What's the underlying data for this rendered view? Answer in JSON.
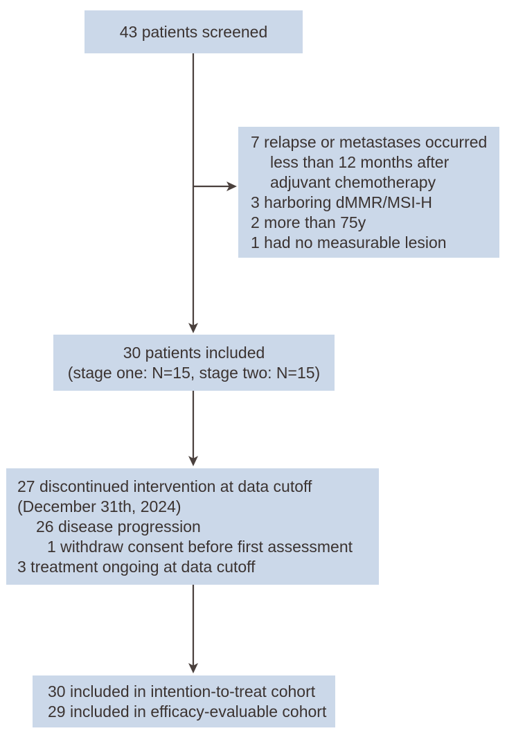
{
  "colors": {
    "background": "#ffffff",
    "box_fill": "#cbd8e9",
    "text": "#3b3331",
    "arrow": "#4a403d"
  },
  "flowchart": {
    "screened_box": {
      "lines": [
        "43 patients screened"
      ]
    },
    "excluded_box": {
      "lines": [
        "7 relapse or metastases occurred",
        "less than 12 months after",
        "adjuvant chemotherapy",
        "3 harboring dMMR/MSI-H",
        "2 more than 75y",
        "1 had no measurable lesion"
      ]
    },
    "included_box": {
      "lines": [
        "30 patients included",
        "(stage one: N=15, stage two: N=15)"
      ]
    },
    "discontinued_box": {
      "lines": [
        "27 discontinued intervention at data cutoff",
        "(December 31th, 2024)",
        "26 disease progression",
        "1 withdraw consent before first assessment",
        "3 treatment ongoing at data cutoff"
      ]
    },
    "cohorts_box": {
      "lines": [
        "30 included in intention-to-treat cohort",
        "29 included in efficacy-evaluable cohort"
      ]
    }
  }
}
